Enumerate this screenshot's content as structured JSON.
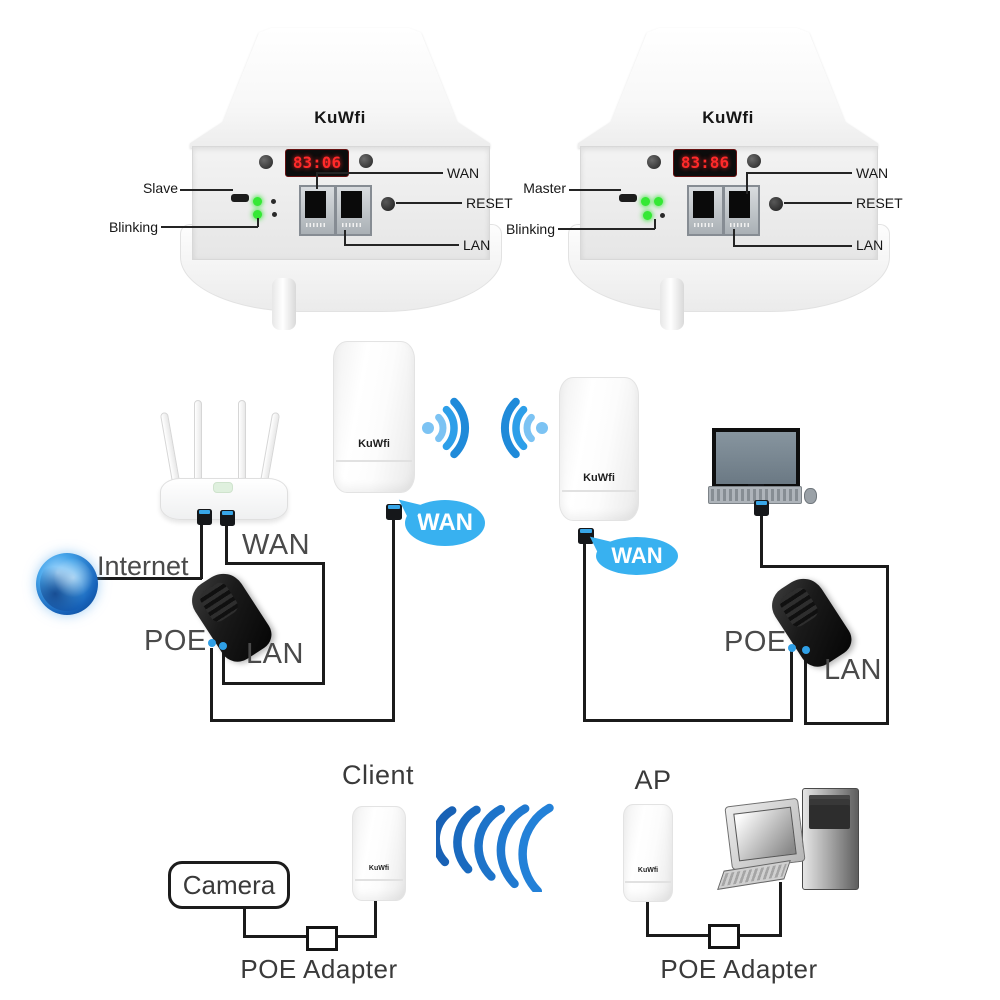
{
  "top": {
    "left": {
      "logo": "KuWfi",
      "display": "83:06",
      "mode_label": "Slave",
      "blinking_label": "Blinking",
      "wan_label": "WAN",
      "reset_label": "RESET",
      "lan_label": "LAN"
    },
    "right": {
      "logo": "KuWfi",
      "display": "83:86",
      "mode_label": "Master",
      "blinking_label": "Blinking",
      "wan_label": "WAN",
      "reset_label": "RESET",
      "lan_label": "LAN"
    }
  },
  "middle": {
    "internet_label": "Internet",
    "router_wan_label": "WAN",
    "cpe_left": {
      "logo": "KuWfi",
      "bubble": "WAN"
    },
    "cpe_right": {
      "logo": "KuWfi",
      "bubble": "WAN"
    },
    "poe_left": {
      "poe_label": "POE",
      "lan_label": "LAN"
    },
    "poe_right": {
      "poe_label": "POE",
      "lan_label": "LAN"
    }
  },
  "bottom": {
    "client_label": "Client",
    "ap_label": "AP",
    "camera_label": "Camera",
    "cpe_client_logo": "KuWfi",
    "cpe_ap_logo": "KuWfi",
    "poe_adapter_left_label": "POE Adapter",
    "poe_adapter_right_label": "POE Adapter"
  },
  "colors": {
    "wifi_blue": "#2196f3",
    "bubble_blue": "#38b1f0",
    "led_red": "#ff2a2a",
    "led_green": "#35e835",
    "cable_black": "#1b1b1b"
  }
}
